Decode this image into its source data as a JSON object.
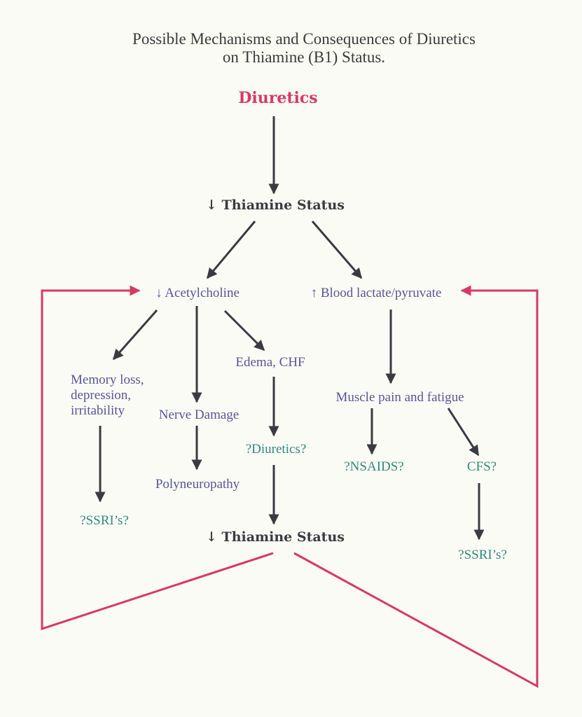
{
  "title": {
    "line1": "Possible Mechanisms and Consequences of Diuretics",
    "line2": "on Thiamine (B1) Status."
  },
  "nodes": {
    "diuretics": "Diuretics",
    "thiamine_status_top": "↓ Thiamine Status",
    "acetylcholine": "↓ Acetylcholine",
    "blood_lactate": "↑ Blood lactate/pyruvate",
    "memory_loss": [
      "Memory loss,",
      "depression,",
      "irritability"
    ],
    "nerve_damage": "Nerve Damage",
    "edema_chf": "Edema, CHF",
    "muscle_pain": "Muscle pain and fatigue",
    "diuretics_q": "?Diuretics?",
    "polyneuropathy": "Polyneuropathy",
    "nsaids_q": "?NSAIDS?",
    "cfs_q": "CFS?",
    "ssris_left": "?SSRI’s?",
    "thiamine_status_bottom": "↓ Thiamine Status",
    "ssris_right": "?SSRI’s?"
  },
  "colors": {
    "arrow": "#3a3b40",
    "feedback": "#d63a64",
    "root_text": "#d63a64",
    "effect_text": "#5a5596",
    "question_text": "#2f8a78"
  }
}
